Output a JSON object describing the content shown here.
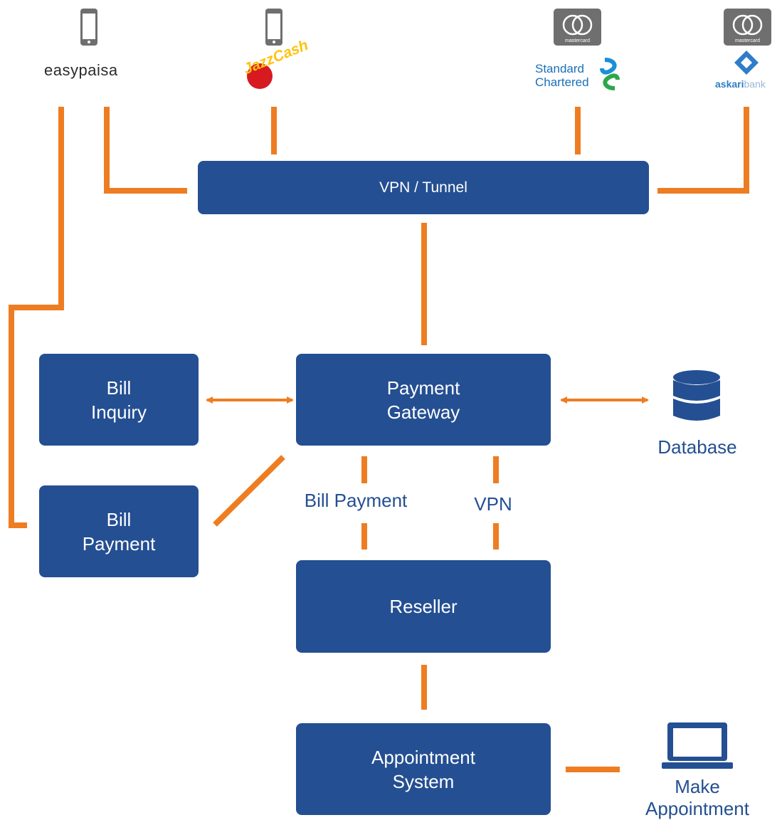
{
  "top_brands": {
    "easypaisa": {
      "name": "easypaisa",
      "icon": "smartphone-icon"
    },
    "jazzcash": {
      "name_part1": "Jazz",
      "name_part2": "Cash",
      "icon": "smartphone-icon"
    },
    "standard_chartered": {
      "line1": "Standard",
      "line2": "Chartered",
      "card_icon": "mastercard-icon",
      "card_text": "mastercard"
    },
    "askari": {
      "name_part1": "askari",
      "name_part2": "bank",
      "card_icon": "mastercard-icon",
      "card_text": "mastercard"
    }
  },
  "nodes": {
    "vpn_tunnel": "VPN / Tunnel",
    "bill_inquiry": [
      "Bill",
      "Inquiry"
    ],
    "payment_gateway": [
      "Payment",
      "Gateway"
    ],
    "bill_payment": [
      "Bill",
      "Payment"
    ],
    "reseller": "Reseller",
    "appointment_system": [
      "Appointment",
      "System"
    ]
  },
  "labels": {
    "database": "Database",
    "bill_payment_link": "Bill Payment",
    "vpn_link": "VPN",
    "make_appointment": [
      "Make",
      "Appointment"
    ]
  },
  "icons": {
    "database": "database-icon",
    "laptop": "laptop-icon"
  },
  "colors": {
    "box": "#244f92",
    "connector": "#ee7d22",
    "text_blue": "#244f92",
    "icon_grey": "#6f6f6f"
  }
}
